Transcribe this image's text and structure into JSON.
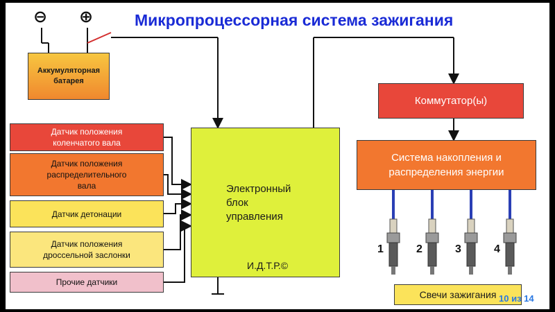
{
  "title": "Микропроцессорная система зажигания",
  "battery": {
    "minus_symbol": "⊖",
    "plus_symbol": "⊕",
    "label_line1": "Аккумуляторная",
    "label_line2": "батарея"
  },
  "sensors": [
    {
      "line1": "Датчик положения",
      "line2": "коленчатого вала",
      "line3": "",
      "color": "#e8473a"
    },
    {
      "line1": "Датчик положения",
      "line2": "распределительного",
      "line3": "вала",
      "color": "#f2772f"
    },
    {
      "line1": "Датчик детонации",
      "line2": "",
      "line3": "",
      "color": "#fbe35a"
    },
    {
      "line1": "Датчик положения",
      "line2": "дроссельной заслонки",
      "line3": "",
      "color": "#fbe67d"
    },
    {
      "line1": "Прочие датчики",
      "line2": "",
      "line3": "",
      "color": "#f1c0cb"
    }
  ],
  "ecu": {
    "line1": "Электронный",
    "line2": "блок",
    "line3": "управления",
    "code": "И.Д.Т.Р.©"
  },
  "commutator": {
    "label": "Коммутатор(ы)"
  },
  "storage": {
    "line1": "Система накопления и",
    "line2": "распределения энергии"
  },
  "plugs": {
    "numbers": [
      "1",
      "2",
      "3",
      "4"
    ],
    "label": "Свечи зажигания"
  },
  "pagination": "10 из 14",
  "colors": {
    "title": "#1a2bd6",
    "ecu": "#dff03b",
    "red_block": "#e8473a",
    "orange_block": "#f2772f",
    "yellow_block": "#fbe35a",
    "wire": "#2a3fb5"
  }
}
